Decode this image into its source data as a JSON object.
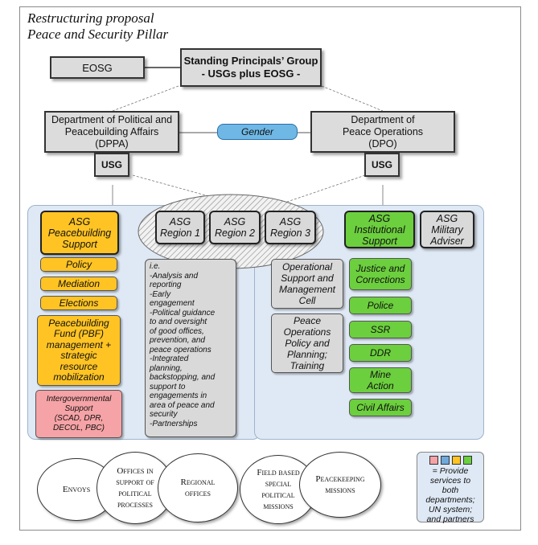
{
  "title": {
    "line1": "Restructuring proposal",
    "line2": "Peace and Security Pillar"
  },
  "eosg": "EOSG",
  "principals": {
    "line1": "Standing Principals’ Group",
    "line2": "- USGs plus EOSG -"
  },
  "dppa": {
    "line1": "Department of Political and",
    "line2": "Peacebuilding Affairs",
    "line3": "(DPPA)",
    "usg": "USG"
  },
  "dpo": {
    "line1": "Department of",
    "line2": "Peace Operations",
    "line3": "(DPO)",
    "usg": "USG"
  },
  "gender": "Gender",
  "asg_peacebuilding": {
    "line1": "ASG",
    "line2": "Peacebuilding",
    "line3": "Support"
  },
  "regions": [
    {
      "line1": "ASG",
      "line2": "Region 1"
    },
    {
      "line1": "ASG",
      "line2": "Region 2"
    },
    {
      "line1": "ASG",
      "line2": "Region 3"
    }
  ],
  "asg_institutional": {
    "line1": "ASG",
    "line2": "Institutional",
    "line3": "Support"
  },
  "asg_military": {
    "line1": "ASG",
    "line2": "Military",
    "line3": "Adviser"
  },
  "dppa_units": {
    "policy": "Policy",
    "mediation": "Mediation",
    "elections": "Elections",
    "pbf": [
      "Peacebuilding",
      "Fund (PBF)",
      "management +",
      "strategic",
      "resource",
      "mobilization"
    ],
    "intergov": [
      "Intergovernmental",
      "Support",
      "(SCAD, DPR,",
      "DECOL, PBC)"
    ]
  },
  "regions_text": [
    "i.e.",
    "-Analysis and",
    "reporting",
    "-Early",
    "engagement",
    "-Political guidance",
    "to and oversight",
    "of good offices,",
    "prevention, and",
    "peace operations",
    "-Integrated",
    "planning,",
    "backstopping, and",
    "support to",
    "engagements in",
    "area of peace and",
    "security",
    "-Partnerships"
  ],
  "dpo_units": {
    "ops_support": [
      "Operational",
      "Support and",
      "Management",
      "Cell"
    ],
    "policy_planning": [
      "Peace",
      "Operations",
      "Policy and",
      "Planning;",
      "Training"
    ],
    "justice": [
      "Justice and",
      "Corrections"
    ],
    "police": "Police",
    "ssr": "SSR",
    "ddr": "DDR",
    "mine": [
      "Mine",
      "Action"
    ],
    "civil": "Civil Affairs"
  },
  "circles": [
    {
      "lines": [
        "Envoys"
      ]
    },
    {
      "lines": [
        "Offices in",
        "support of",
        "political",
        "processes"
      ]
    },
    {
      "lines": [
        "Regional",
        "offices"
      ]
    },
    {
      "lines": [
        "Field based",
        "special",
        "political",
        "missions"
      ]
    },
    {
      "lines": [
        "Peacekeeping",
        "missions"
      ]
    }
  ],
  "legend": {
    "text": [
      "= Provide",
      "services to",
      "both",
      "departments;",
      "UN system;",
      "and partners"
    ],
    "colors": [
      "#f5a3a6",
      "#6fa8dc",
      "#ffc423",
      "#6ccf3e"
    ]
  },
  "colors": {
    "yellow": "#ffc423",
    "green": "#6ccf3e",
    "grey": "#d9d9d9",
    "pink": "#f5a3a6",
    "blue_panel": "#dfe9f5",
    "gender": "#6fb8e6"
  }
}
